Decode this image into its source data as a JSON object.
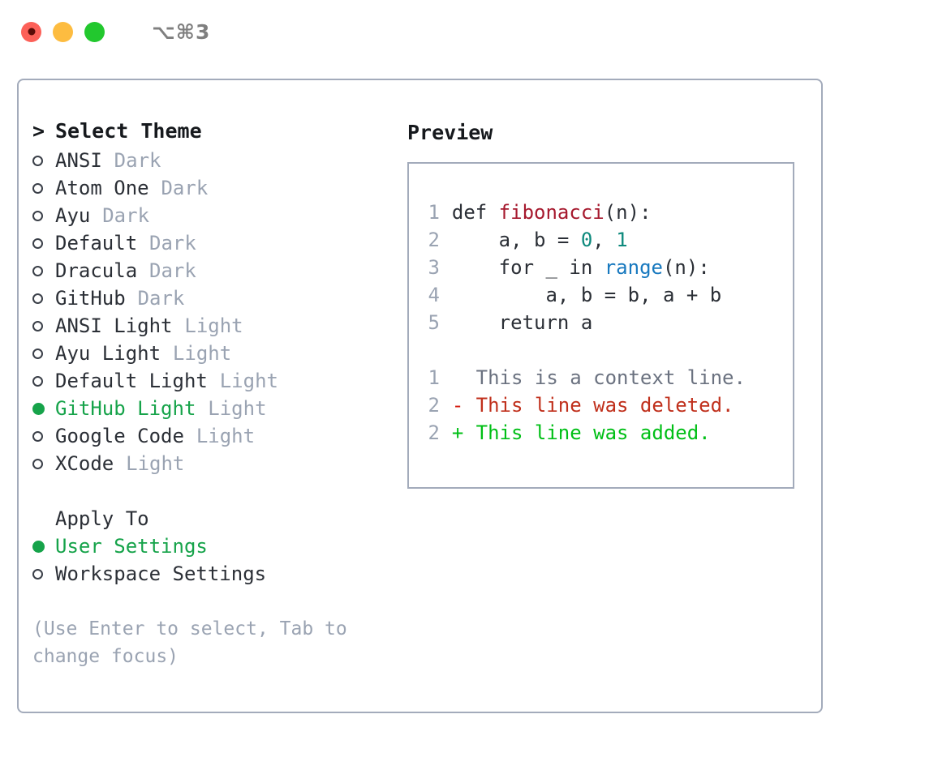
{
  "window": {
    "traffic_lights": [
      "close",
      "minimize",
      "zoom"
    ],
    "shortcut_label": "⌥⌘3",
    "accent_green": "#16a34a",
    "border_color": "#a3abbb",
    "muted_color": "#9aa3b2"
  },
  "theme_picker": {
    "caret": ">",
    "title": "Select Theme",
    "options": [
      {
        "label": "ANSI",
        "tag": "Dark",
        "selected": false
      },
      {
        "label": "Atom One",
        "tag": "Dark",
        "selected": false
      },
      {
        "label": "Ayu",
        "tag": "Dark",
        "selected": false
      },
      {
        "label": "Default",
        "tag": "Dark",
        "selected": false
      },
      {
        "label": "Dracula",
        "tag": "Dark",
        "selected": false
      },
      {
        "label": "GitHub",
        "tag": "Dark",
        "selected": false
      },
      {
        "label": "ANSI Light",
        "tag": "Light",
        "selected": false
      },
      {
        "label": "Ayu Light",
        "tag": "Light",
        "selected": false
      },
      {
        "label": "Default Light",
        "tag": "Light",
        "selected": false
      },
      {
        "label": "GitHub Light",
        "tag": "Light",
        "selected": true
      },
      {
        "label": "Google Code",
        "tag": "Light",
        "selected": false
      },
      {
        "label": "XCode",
        "tag": "Light",
        "selected": false
      }
    ]
  },
  "apply_to": {
    "title": "Apply To",
    "options": [
      {
        "label": "User Settings",
        "selected": true
      },
      {
        "label": "Workspace Settings",
        "selected": false
      }
    ]
  },
  "hint": "(Use Enter to select, Tab to change focus)",
  "preview": {
    "title": "Preview",
    "code_lines": [
      {
        "number": "1",
        "tokens": [
          {
            "text": "def ",
            "type": "plain"
          },
          {
            "text": "fibonacci",
            "type": "fn"
          },
          {
            "text": "(n):",
            "type": "plain"
          }
        ]
      },
      {
        "number": "2",
        "tokens": [
          {
            "text": "    a, b = ",
            "type": "plain"
          },
          {
            "text": "0",
            "type": "num"
          },
          {
            "text": ", ",
            "type": "plain"
          },
          {
            "text": "1",
            "type": "num"
          }
        ]
      },
      {
        "number": "3",
        "tokens": [
          {
            "text": "    for _ in ",
            "type": "plain"
          },
          {
            "text": "range",
            "type": "call"
          },
          {
            "text": "(n):",
            "type": "plain"
          }
        ]
      },
      {
        "number": "4",
        "tokens": [
          {
            "text": "        a, b = b, a + b",
            "type": "plain"
          }
        ]
      },
      {
        "number": "5",
        "tokens": [
          {
            "text": "    return a",
            "type": "plain"
          }
        ]
      }
    ],
    "diff_lines": [
      {
        "number": "1",
        "marker": " ",
        "text": "This is a context line.",
        "kind": "context"
      },
      {
        "number": "2",
        "marker": "-",
        "text": "This line was deleted.",
        "kind": "del"
      },
      {
        "number": "2",
        "marker": "+",
        "text": "This line was added.",
        "kind": "add"
      }
    ]
  }
}
